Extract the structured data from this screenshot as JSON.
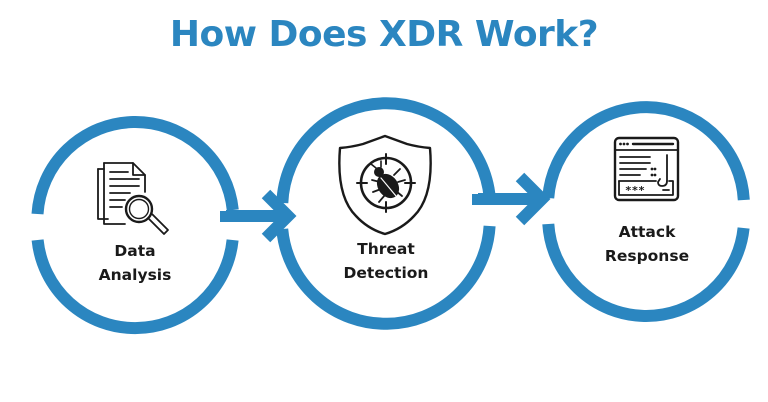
{
  "title": "How Does XDR Work?",
  "colors": {
    "accent": "#2b86c0",
    "icon_stroke": "#1a1a1a",
    "label_text": "#1a1a1a",
    "background": "#ffffff"
  },
  "steps": [
    {
      "label_line1": "Data",
      "label_line2": "Analysis",
      "icon": "document-magnifier-icon"
    },
    {
      "label_line1": "Threat",
      "label_line2": "Detection",
      "icon": "shield-bug-target-icon"
    },
    {
      "label_line1": "Attack",
      "label_line2": "Response",
      "icon": "browser-password-hook-icon"
    }
  ],
  "connectors": [
    {
      "from": "Data Analysis",
      "to": "Threat Detection",
      "type": "arrow"
    },
    {
      "from": "Threat Detection",
      "to": "Attack Response",
      "type": "arrow"
    }
  ],
  "password_mask": "***"
}
